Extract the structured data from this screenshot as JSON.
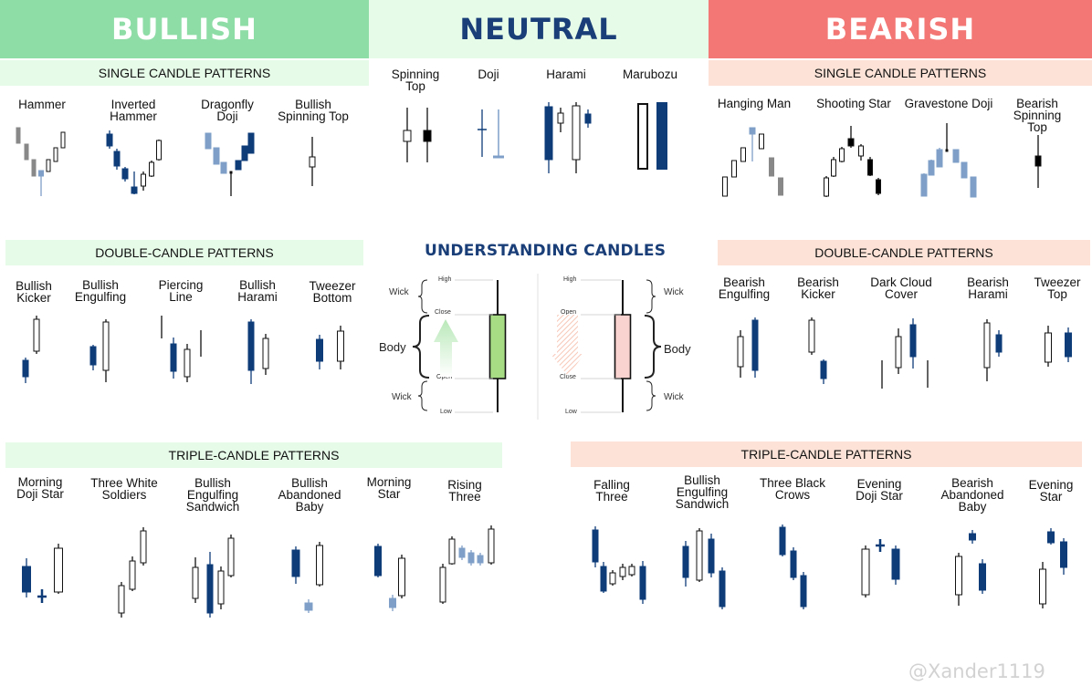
{
  "colors": {
    "bullish": "#8edca6",
    "neutral_bg": "#e6fbe8",
    "bearish": "#f37774",
    "neutral_text": "#1a3f78",
    "green_band": "#e6fbe8",
    "peach_band": "#fde3d7",
    "dark_blue": "#0d3c78",
    "light_blue": "#7f9fc8",
    "gray": "#888888",
    "light_green": "#a7dc85",
    "light_pink": "#f9d3d0"
  },
  "headers": {
    "bullish": "BULLISH",
    "neutral": "NEUTRAL",
    "bearish": "BEARISH"
  },
  "sections": {
    "bull_single": "SINGLE CANDLE PATTERNS",
    "bull_double": "DOUBLE-CANDLE PATTERNS",
    "bull_triple": "TRIPLE-CANDLE PATTERNS",
    "bear_single": "SINGLE CANDLE PATTERNS",
    "bear_double": "DOUBLE-CANDLE PATTERNS",
    "bear_triple": "TRIPLE-CANDLE PATTERNS"
  },
  "patterns": {
    "bull_single": [
      "Hammer",
      "Inverted\nHammer",
      "Dragonfly\nDoji",
      "Bullish\nSpinning Top"
    ],
    "neutral": [
      "Spinning\nTop",
      "Doji",
      "Harami",
      "Marubozu"
    ],
    "bear_single": [
      "Hanging Man",
      "Shooting Star",
      "Gravestone Doji",
      "Bearish\nSpinning Top"
    ],
    "bull_double": [
      "Bullish\nKicker",
      "Bullish\nEngulfing",
      "Piercing\nLine",
      "Bullish\nHarami",
      "Tweezer\nBottom"
    ],
    "bear_double": [
      "Bearish\nEngulfing",
      "Bearish\nKicker",
      "Dark Cloud\nCover",
      "Bearish\nHarami",
      "Tweezer\nTop"
    ],
    "bull_triple": [
      "Morning\nDoji Star",
      "Three White\nSoldiers",
      "Bullish\nEngulfing\nSandwich",
      "Bullish\nAbandoned\nBaby",
      "Morning\nStar",
      "Rising\nThree"
    ],
    "bear_triple": [
      "Falling\nThree",
      "Bullish\nEngulfing\nSandwich",
      "Three Black\nCrows",
      "Evening\nDoji Star",
      "Bearish\nAbandoned\nBaby",
      "Evening\nStar"
    ]
  },
  "understanding": {
    "title": "UNDERSTANDING CANDLES",
    "high": "High",
    "low": "Low",
    "open": "Open",
    "close": "Close",
    "wick": "Wick",
    "body": "Body"
  },
  "watermark": "@Xander1119"
}
